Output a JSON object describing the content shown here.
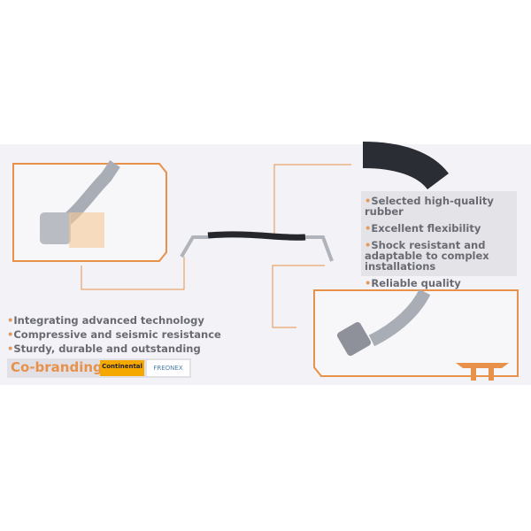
{
  "left_features": [
    "Integrating advanced technology",
    "Compressive and seismic resistance",
    "Sturdy, durable and outstanding"
  ],
  "right_features": [
    "Selected high-quality rubber",
    "Excellent flexibility",
    "Shock resistant and adaptable to complex installations",
    "Reliable quality"
  ],
  "cobranding": {
    "label": "Co-branding:",
    "brands": [
      "Continental",
      "FREONEX"
    ]
  },
  "colors": {
    "accent": "#e8914a",
    "text": "#6a6a72",
    "background": "#f2f2f7"
  }
}
